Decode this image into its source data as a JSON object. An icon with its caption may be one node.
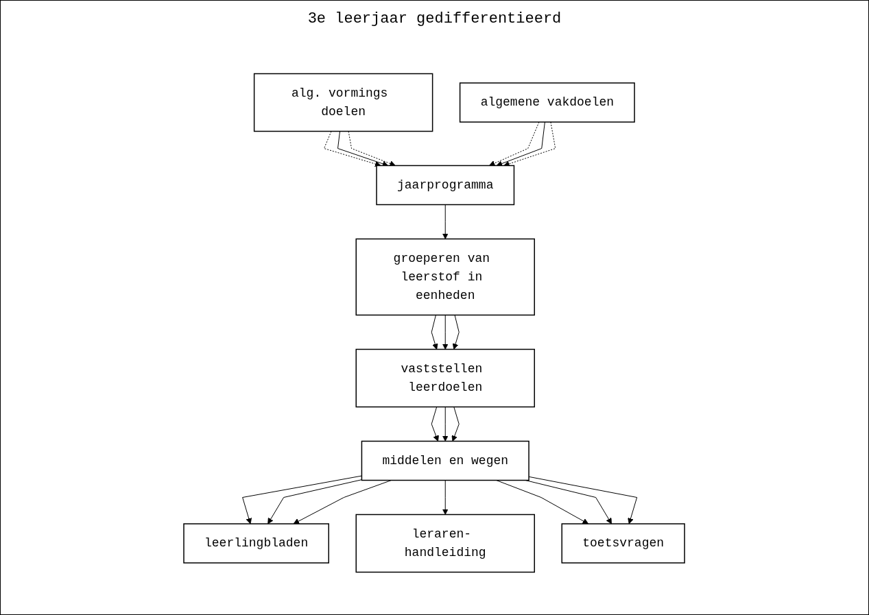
{
  "diagram": {
    "title": "3e leerjaar gedifferentieerd",
    "nodes": [
      {
        "text": [
          "alg. vormings doelen"
        ]
      },
      {
        "text": [
          "jaarprogramma"
        ]
      },
      {
        "text": [
          "algemene vakdoelen"
        ]
      },
      {
        "text": [
          "groeperen van leerstof in eenheden"
        ]
      },
      {
        "text": [
          "vaststellen leerdoelen"
        ]
      },
      {
        "text": [
          "middelen en wegen"
        ]
      },
      {
        "text": [
          "leerlingbladen"
        ]
      },
      {
        "text": [
          "leraren- handleiding"
        ]
      },
      {
        "text": [
          "toetsvragen"
        ]
      }
    ],
    "edges": [
      {
        "from": 0,
        "to": 1,
        "arrow": "to",
        "style": "dashed"
      },
      {
        "from": 0,
        "to": 1,
        "arrow": "to"
      },
      {
        "from": 0,
        "to": 1,
        "arrow": "to",
        "style": "dashed"
      },
      {
        "from": 2,
        "to": 1,
        "arrow": "to",
        "style": "dashed"
      },
      {
        "from": 2,
        "to": 1,
        "arrow": "to"
      },
      {
        "from": 2,
        "to": 1,
        "arrow": "to",
        "style": "dashed"
      },
      {
        "from": 1,
        "to": 3,
        "arrow": "to"
      },
      {
        "from": 3,
        "to": 4,
        "arrow": "to"
      },
      {
        "from": 3,
        "to": 4,
        "arrow": "to"
      },
      {
        "from": 3,
        "to": 4,
        "arrow": "to"
      },
      {
        "from": 4,
        "to": 5,
        "arrow": "to"
      },
      {
        "from": 4,
        "to": 5,
        "arrow": "to"
      },
      {
        "from": 4,
        "to": 5,
        "arrow": "to"
      },
      {
        "from": 5,
        "to": 6,
        "arrow": "to"
      },
      {
        "from": 5,
        "to": 6,
        "arrow": "to"
      },
      {
        "from": 5,
        "to": 6,
        "arrow": "to"
      },
      {
        "from": 5,
        "to": 7,
        "arrow": "to"
      },
      {
        "from": 5,
        "to": 8,
        "arrow": "to"
      },
      {
        "from": 5,
        "to": 8,
        "arrow": "to"
      },
      {
        "from": 5,
        "to": 8,
        "arrow": "to"
      }
    ]
  }
}
